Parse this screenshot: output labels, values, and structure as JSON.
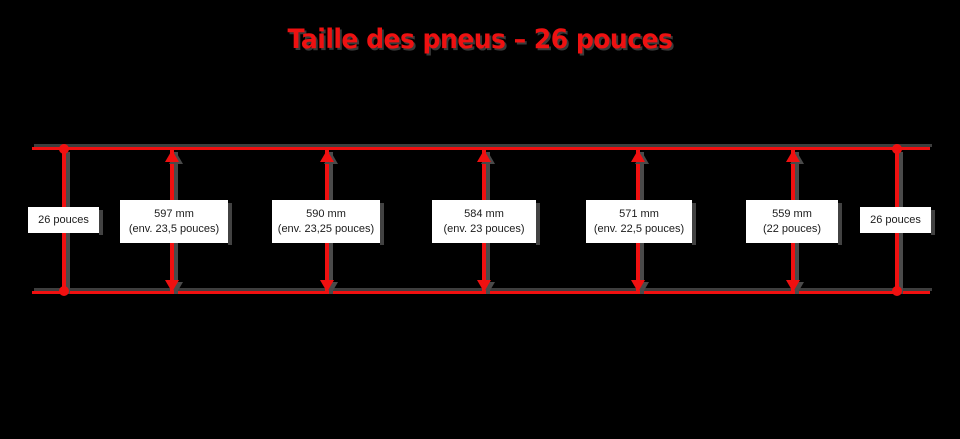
{
  "title": "Taille des pneus – 26 pouces",
  "colors": {
    "background": "#000000",
    "line": "#f01010",
    "title": "#ee1111",
    "shadow": "#4a4a4a",
    "label_bg": "#ffffff",
    "label_text": "#1b1b1b"
  },
  "outer_dimensions": [
    {
      "name": "left-outer-dimension",
      "label": "26 pouces"
    },
    {
      "name": "right-outer-dimension",
      "label": "26 pouces"
    }
  ],
  "measurements": [
    {
      "mm": "597 mm",
      "inches": "(env. 23,5 pouces)"
    },
    {
      "mm": "590 mm",
      "inches": "(env. 23,25 pouces)"
    },
    {
      "mm": "584 mm",
      "inches": "(env. 23 pouces)"
    },
    {
      "mm": "571 mm",
      "inches": "(env. 22,5 pouces)"
    },
    {
      "mm": "559 mm",
      "inches": "(22 pouces)"
    }
  ]
}
